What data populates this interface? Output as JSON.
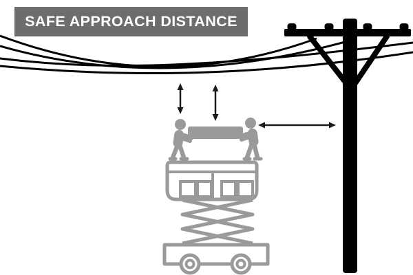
{
  "banner": {
    "text": "SAFE APPROACH DISTANCE"
  },
  "colors": {
    "background": "#ffffff",
    "banner-bg": "#6d6d6d",
    "banner-text": "#ffffff",
    "line-black": "#000000",
    "arrow-black": "#1a1a1a",
    "equipment-gray": "#9a9a9a"
  },
  "scene": {
    "power_lines": {
      "icon": "power-lines-icon",
      "wire_count": 4
    },
    "utility_pole": {
      "icon": "utility-pole-icon",
      "insulator_count": 4,
      "brace_count": 2
    },
    "workers": {
      "icon": "workers-carrying-panel-icon",
      "worker_count": 2
    },
    "scissor_lift": {
      "icon": "scissor-lift-icon",
      "wheel_count": 2,
      "scissor_crossings": 3
    },
    "clearance_arrows": [
      {
        "icon": "double-arrow-vertical-icon",
        "meaning": "distance between workers and overhead lines (left)"
      },
      {
        "icon": "double-arrow-vertical-icon",
        "meaning": "distance between carried panel and overhead lines (right)"
      },
      {
        "icon": "double-arrow-horizontal-icon",
        "meaning": "distance between worker and utility pole"
      }
    ]
  }
}
